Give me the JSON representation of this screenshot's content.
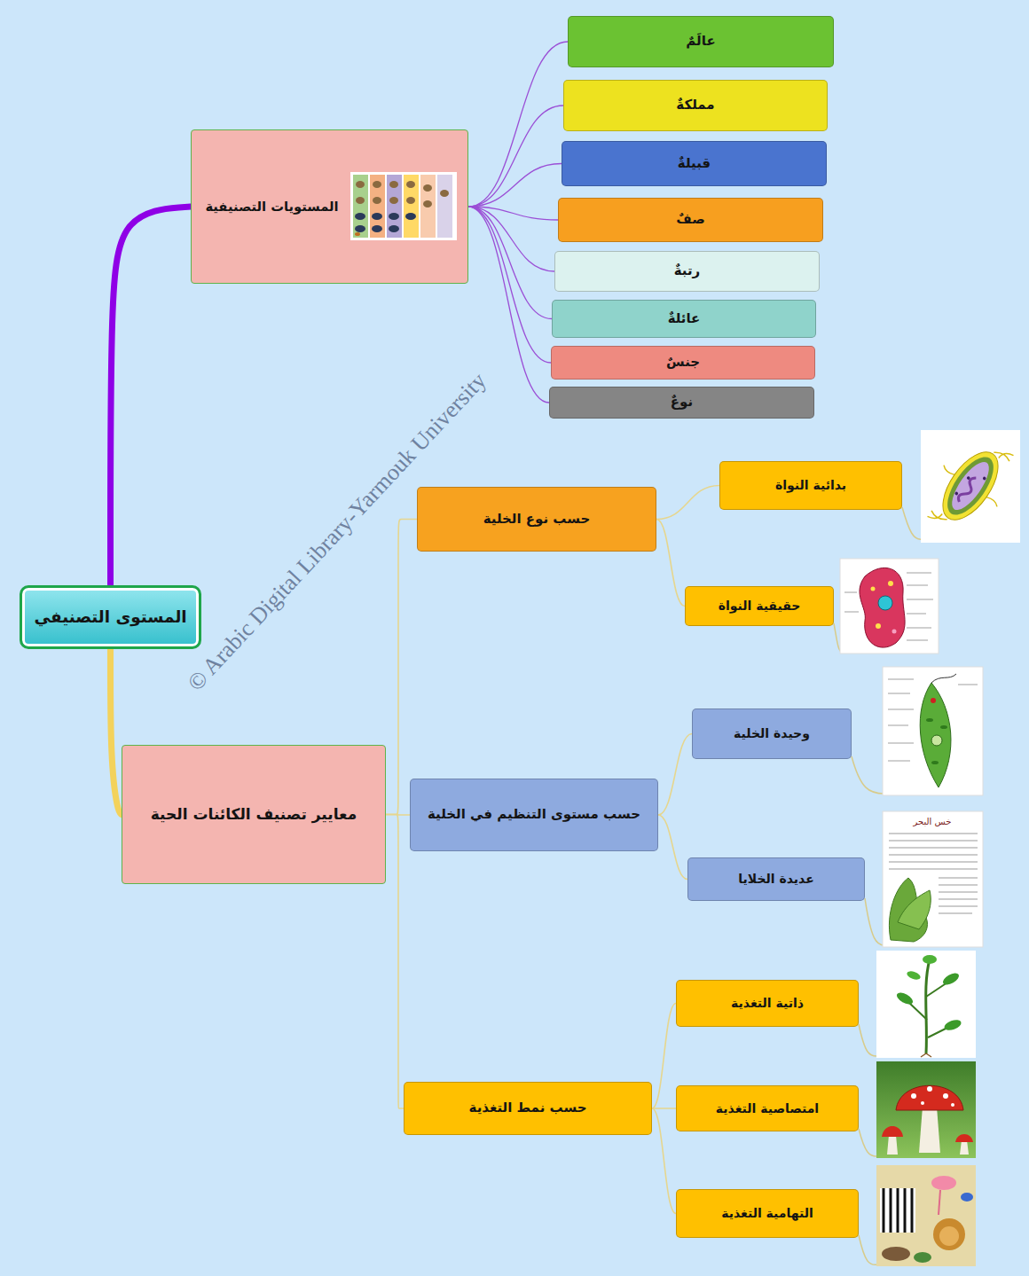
{
  "diagram": {
    "nodes": [
      {
        "text": [
          "المستوى التصنيفي"
        ]
      },
      {
        "text": [
          "المستويات التصنيفية"
        ]
      },
      {
        "text": [
          "عالَمٌ"
        ]
      },
      {
        "text": [
          "مملكةٌ"
        ]
      },
      {
        "text": [
          "قبيلةٌ"
        ]
      },
      {
        "text": [
          "صفٌ"
        ]
      },
      {
        "text": [
          "رتبةٌ"
        ]
      },
      {
        "text": [
          "عائلةٌ"
        ]
      },
      {
        "text": [
          "جنسٌ"
        ]
      },
      {
        "text": [
          "نوعٌ"
        ]
      },
      {
        "text": [
          "معايير تصنيف الكائنات الحية"
        ]
      },
      {
        "text": [
          "حسب نوع الخلية"
        ]
      },
      {
        "text": [
          "بدائية النواة"
        ]
      },
      {
        "text": [
          "حقيقية النواة"
        ]
      },
      {
        "text": [
          "حسب مستوى التنظيم في الخلية"
        ]
      },
      {
        "text": [
          "وحيدة الخلية"
        ]
      },
      {
        "text": [
          "عديدة الخلايا"
        ]
      },
      {
        "text": [
          "حسب نمط التغذية"
        ]
      },
      {
        "text": [
          "ذاتية التغذية"
        ]
      },
      {
        "text": [
          "امتصاصية التغذية"
        ]
      },
      {
        "text": [
          "التهامية التغذية"
        ]
      }
    ],
    "edges": [
      {
        "from": 0,
        "to": 1,
        "arrow": "none"
      },
      {
        "from": 1,
        "to": 2,
        "arrow": "none"
      },
      {
        "from": 1,
        "to": 3,
        "arrow": "none"
      },
      {
        "from": 1,
        "to": 4,
        "arrow": "none"
      },
      {
        "from": 1,
        "to": 5,
        "arrow": "none"
      },
      {
        "from": 1,
        "to": 6,
        "arrow": "none"
      },
      {
        "from": 1,
        "to": 7,
        "arrow": "none"
      },
      {
        "from": 1,
        "to": 8,
        "arrow": "none"
      },
      {
        "from": 1,
        "to": 9,
        "arrow": "none"
      },
      {
        "from": 0,
        "to": 10,
        "arrow": "none"
      },
      {
        "from": 10,
        "to": 11,
        "arrow": "none"
      },
      {
        "from": 11,
        "to": 12,
        "arrow": "none"
      },
      {
        "from": 11,
        "to": 13,
        "arrow": "none"
      },
      {
        "from": 10,
        "to": 14,
        "arrow": "none"
      },
      {
        "from": 14,
        "to": 15,
        "arrow": "none"
      },
      {
        "from": 14,
        "to": 16,
        "arrow": "none"
      },
      {
        "from": 10,
        "to": 17,
        "arrow": "none"
      },
      {
        "from": 17,
        "to": 18,
        "arrow": "none"
      },
      {
        "from": 17,
        "to": 19,
        "arrow": "none"
      },
      {
        "from": 17,
        "to": 20,
        "arrow": "none"
      }
    ],
    "labels": [
      "© Arabic Digital Library-Yarmouk University",
      "خس البحر"
    ]
  }
}
